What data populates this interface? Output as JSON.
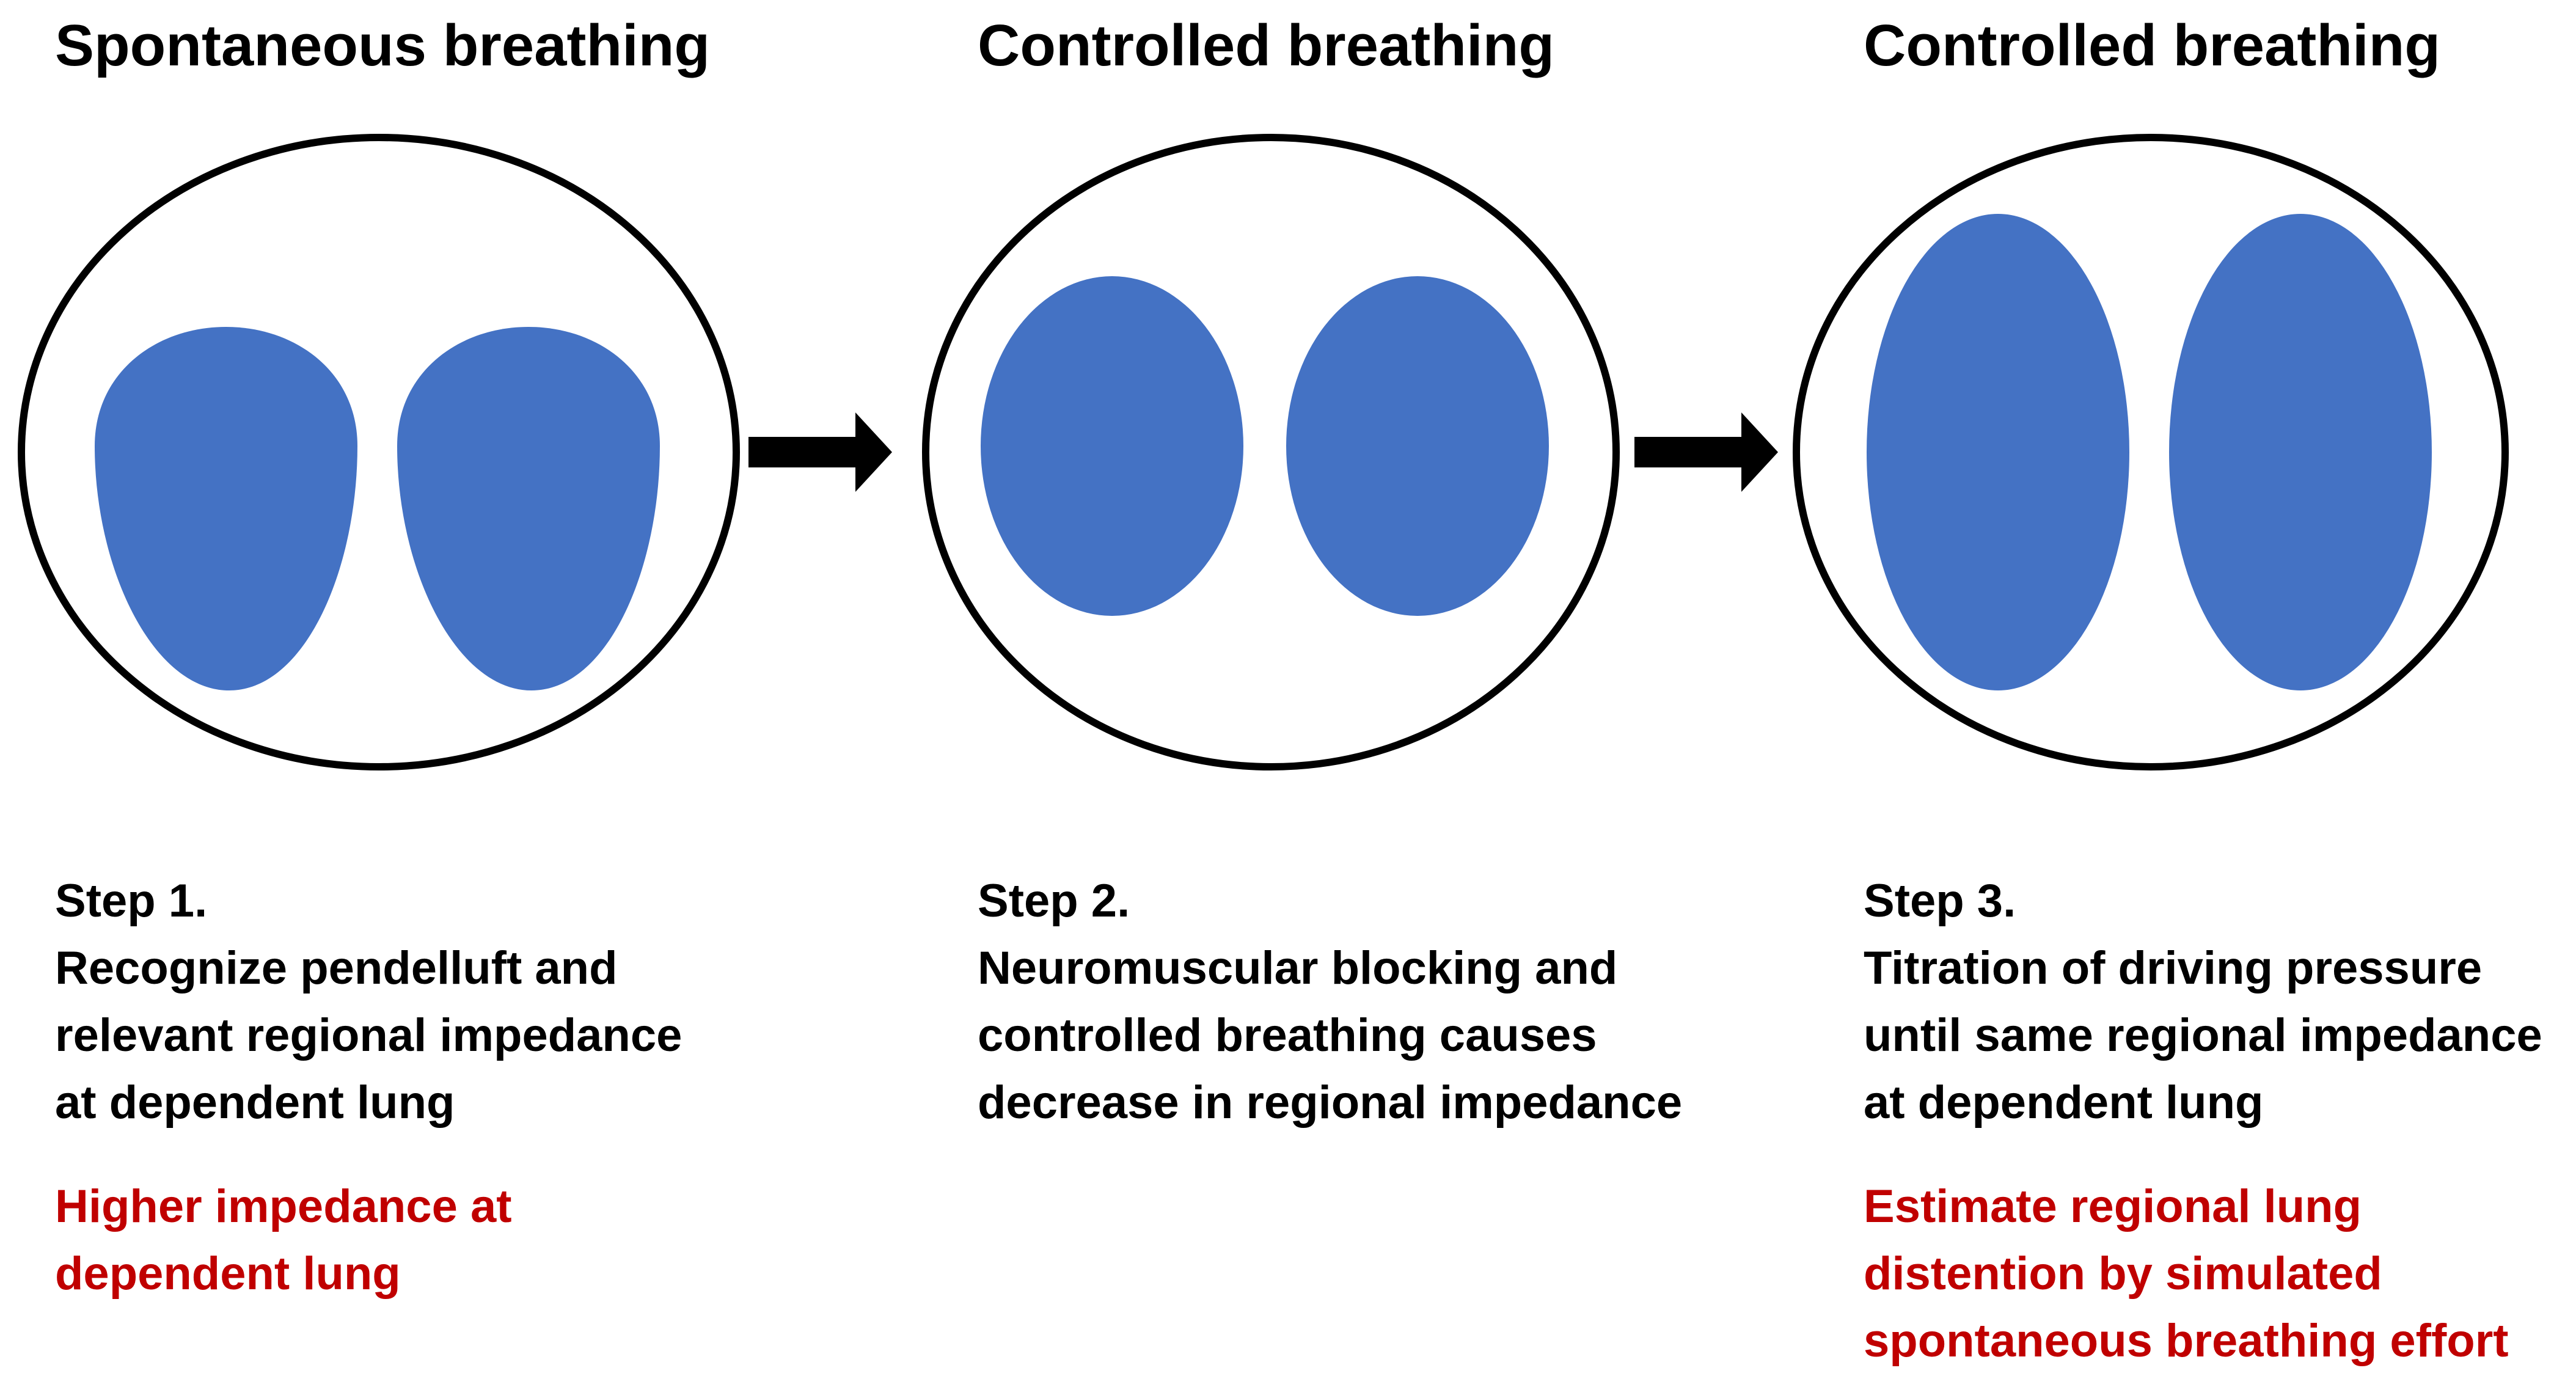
{
  "colors": {
    "lung_fill": "#4472C4",
    "outline": "#000000",
    "note_text": "#C00000",
    "body_text": "#000000"
  },
  "panels": [
    {
      "title": "Spontaneous breathing",
      "step_label": "Step 1.",
      "step_lines": [
        "Recognize pendelluft and",
        "relevant regional impedance",
        "at dependent lung"
      ],
      "note_lines": [
        "Higher impedance at",
        "dependent lung"
      ]
    },
    {
      "title": "Controlled breathing",
      "step_label": "Step 2.",
      "step_lines": [
        "Neuromuscular blocking and",
        "controlled breathing causes",
        "decrease in regional impedance"
      ],
      "note_lines": []
    },
    {
      "title": "Controlled breathing",
      "step_label": "Step 3.",
      "step_lines": [
        "Titration of driving pressure",
        "until same regional impedance",
        "at dependent lung"
      ],
      "note_lines": [
        "Estimate regional lung",
        "distention by simulated",
        "spontaneous breathing effort"
      ]
    }
  ]
}
